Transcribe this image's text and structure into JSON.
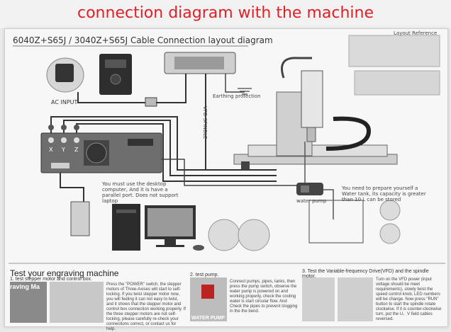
{
  "banner": {
    "title": "connection diagram with the machine"
  },
  "diagram": {
    "title": "6040Z+S65J / 3040Z+S65J Cable Connection layout diagram",
    "labels": {
      "ac_input": "AC INPUT",
      "earthing": "Earthing protection",
      "vfd_spindle": "VFD-SPINDLE",
      "layout_reference": "Layout Reference",
      "water_pump": "water pump",
      "parallel_note": "You must use the desktop computer, And it is have a parallel port. Does not support laptop",
      "water_tank_note": "You need to prepare yourself a Water tank, its capacity is greater than 10 L can be stored",
      "axes": [
        "X",
        "Y",
        "Z"
      ]
    }
  },
  "test_section": {
    "title": "Test your engraving machine",
    "step1": {
      "heading": "1. test stepper motor and control box.",
      "overlay": "raving Ma",
      "text": "Press the \"POWER\" switch, the stepper motors of Three-Axises will start to self-locking. If you twist stepper motor now, you will feeling it can not easy to twist, and it shows that the stepper motor and control box connection working properly. If the three stepper motors are not self-locking, please carefully re-check your connections correct, or contact us for help."
    },
    "step2": {
      "heading": "2. test pump.",
      "overlay": "WATER PUMP",
      "text": "Connect pumps, pipes, tanks, then press the pump switch, observe the water pump is powered on and working properly, check the cooling water is start circular flow. And Check the pipes to prevent clogging in the the bend."
    },
    "step3": {
      "heading": "3. Test the Variable-frequency Drive(VFD) and the spindle motor.",
      "text": "Turn on the VFD power (input voltage should be meet requirements), slowly twist the speed control knob, LED numbers will be change. Now press \"RUN\" button to start the spindle rotate clockwise. If it is counter-clockwise turn, put the U、V field cables reversed."
    }
  },
  "colors": {
    "banner_text": "#e21e26"
  }
}
